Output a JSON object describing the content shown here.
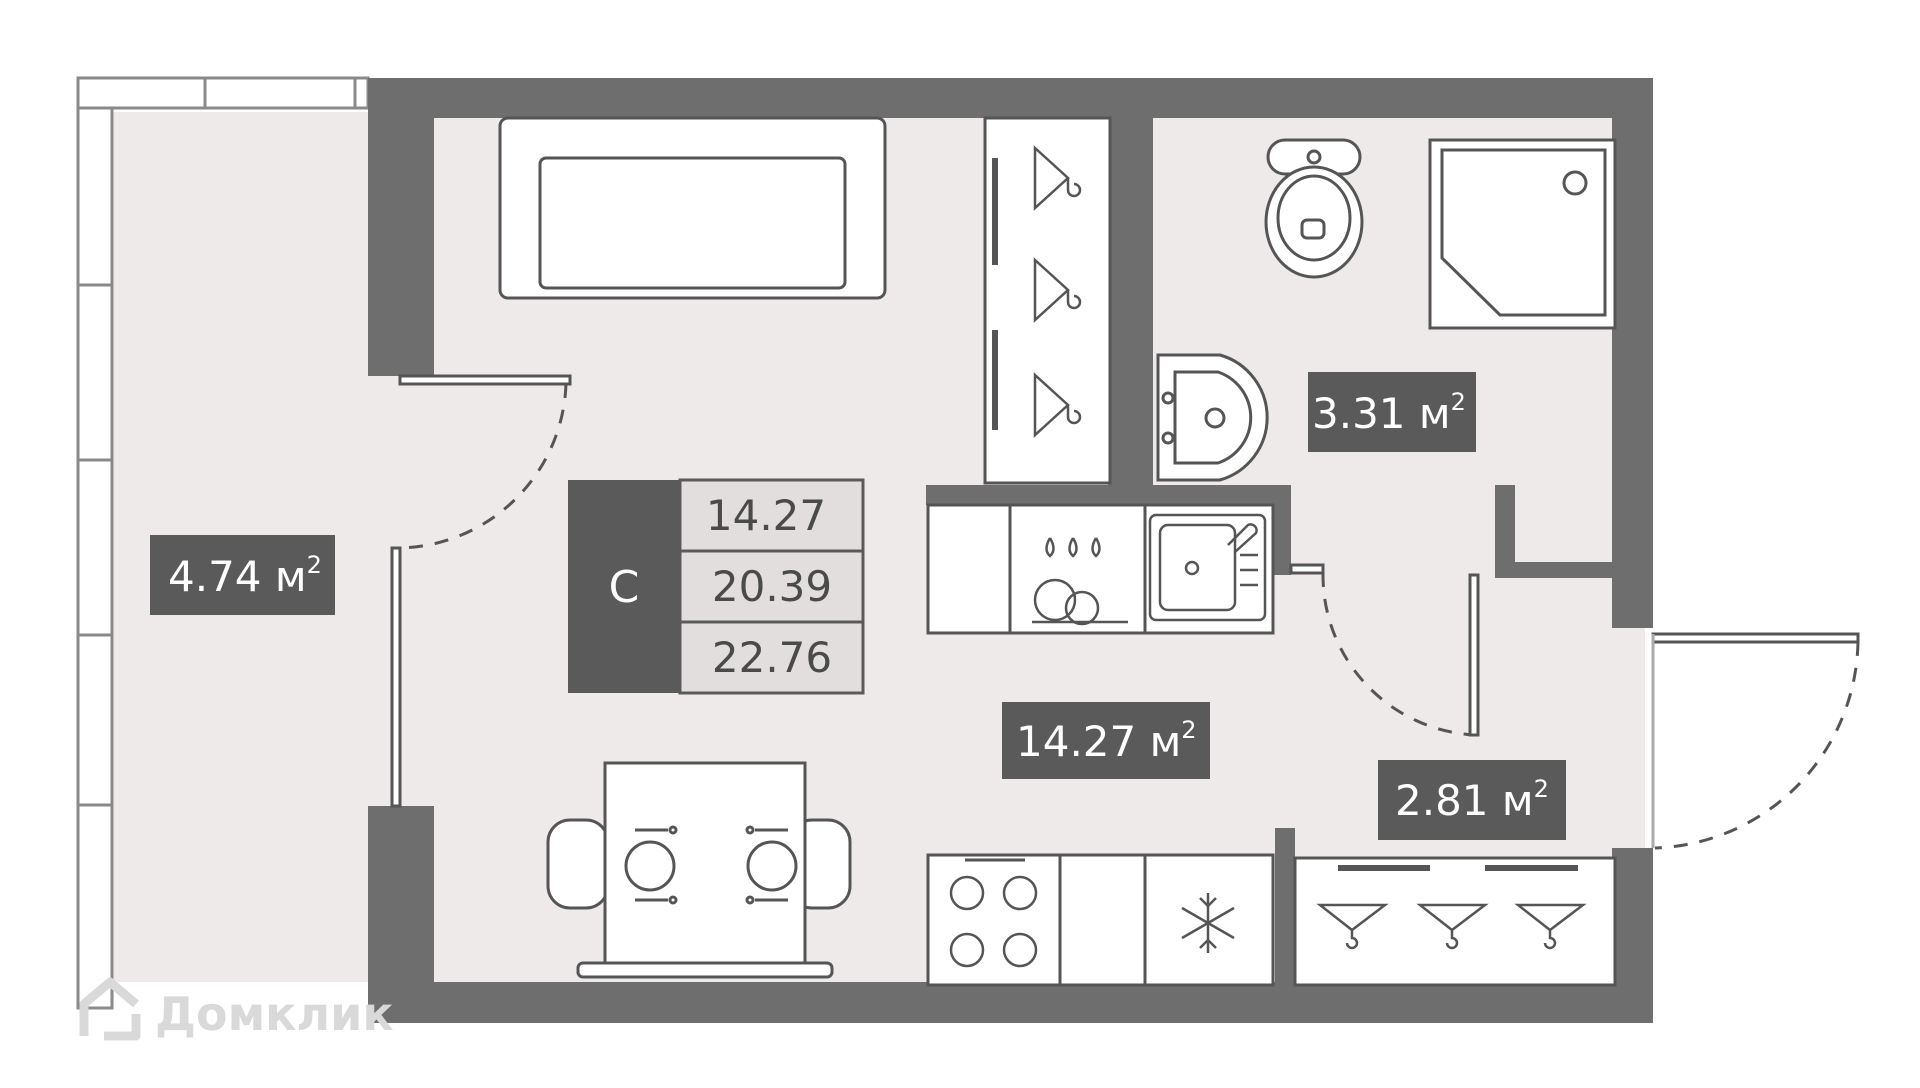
{
  "colors": {
    "wall": "#6e6e6e",
    "floor": "#efeaea",
    "furniture_fill": "#ffffff",
    "line": "#555555",
    "label_bg": "#5a5a5a",
    "stat_bg": "#e2dede",
    "watermark": "#d9d9d9"
  },
  "apartment": {
    "type_label": "С",
    "stats": [
      "14.27",
      "20.39",
      "22.76"
    ]
  },
  "rooms": [
    {
      "id": "balcony",
      "area": "4.74",
      "unit": "м"
    },
    {
      "id": "living",
      "area": "14.27",
      "unit": "м"
    },
    {
      "id": "bathroom",
      "area": "3.31",
      "unit": "м"
    },
    {
      "id": "hallway",
      "area": "2.81",
      "unit": "м"
    }
  ],
  "area_superscript": "2",
  "watermark": {
    "text": "Домклик",
    "icon": "house-logo-icon"
  }
}
